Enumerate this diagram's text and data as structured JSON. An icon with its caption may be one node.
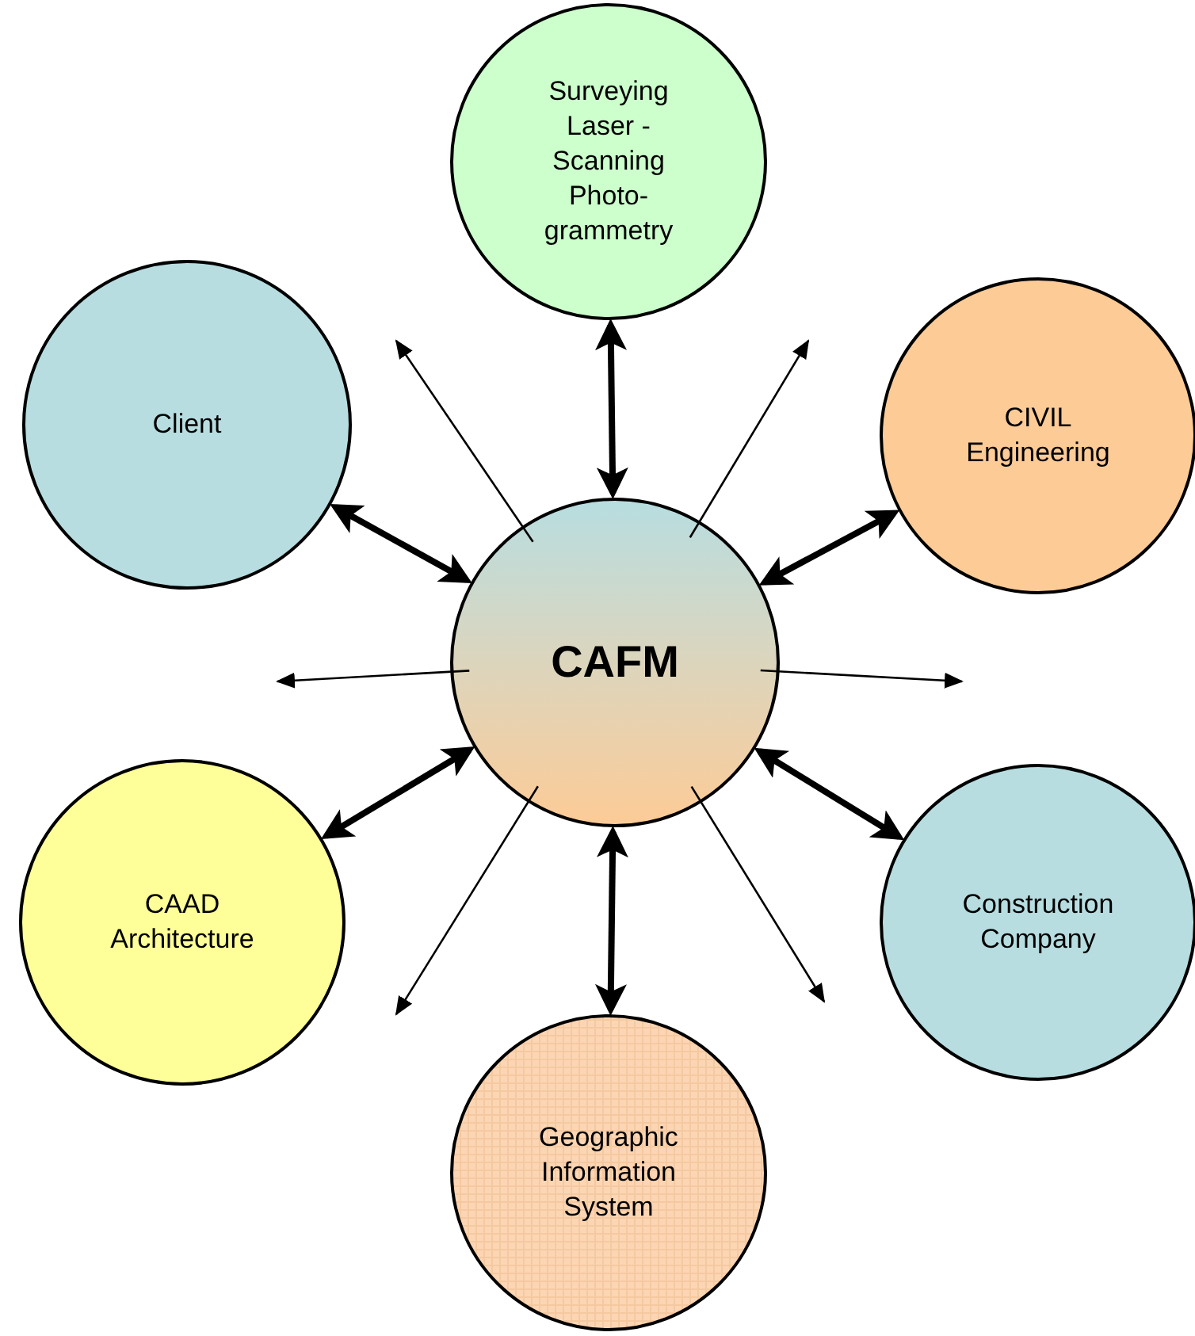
{
  "diagram": {
    "nodes": [
      {
        "text": [
          "Surveying Laser - Scanning Photo-grammetry"
        ]
      },
      {
        "text": [
          "Client"
        ]
      },
      {
        "text": [
          "CIVIL Engineering"
        ]
      },
      {
        "text": [
          "CAFM"
        ]
      },
      {
        "text": [
          "CAAD Architecture"
        ]
      },
      {
        "text": [
          "Construction Company"
        ]
      },
      {
        "text": [
          "Geographic Information System"
        ]
      }
    ],
    "edges": [
      {
        "from": 0,
        "to": 3,
        "arrow": "both",
        "style": "thick"
      },
      {
        "from": 1,
        "to": 3,
        "arrow": "both",
        "style": "thick"
      },
      {
        "from": 2,
        "to": 3,
        "arrow": "both",
        "style": "thick"
      },
      {
        "from": 4,
        "to": 3,
        "arrow": "both",
        "style": "thick"
      },
      {
        "from": 5,
        "to": 3,
        "arrow": "both",
        "style": "thick"
      },
      {
        "from": 6,
        "to": 3,
        "arrow": "both",
        "style": "thick"
      },
      {
        "from": 3,
        "to": null,
        "arrow": "to"
      },
      {
        "from": 3,
        "to": null,
        "arrow": "to"
      },
      {
        "from": 3,
        "to": null,
        "arrow": "to"
      },
      {
        "from": 3,
        "to": null,
        "arrow": "to"
      },
      {
        "from": 3,
        "to": null,
        "arrow": "to"
      },
      {
        "from": 3,
        "to": null,
        "arrow": "to"
      }
    ]
  }
}
